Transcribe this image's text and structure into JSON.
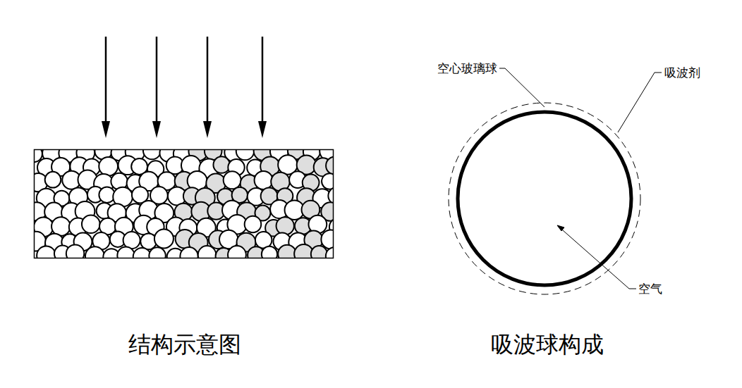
{
  "diagram": {
    "labels": [
      "空心玻璃球",
      "吸波剂",
      "空气",
      "结构示意图",
      "吸波球构成"
    ]
  }
}
